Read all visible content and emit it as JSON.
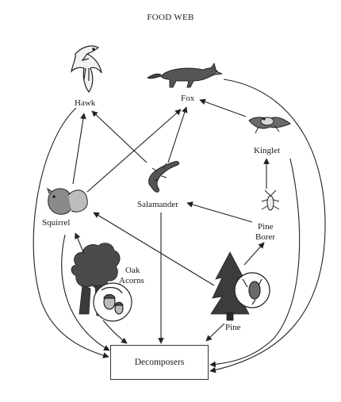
{
  "diagram": {
    "title": "FOOD WEB",
    "nodes": {
      "hawk": "Hawk",
      "fox": "Fox",
      "kinglet": "Kinglet",
      "squirrel": "Squirrel",
      "salamander": "Salamander",
      "pine_borer_line1": "Pine",
      "pine_borer_line2": "Borer",
      "oak_acorns_line1": "Oak",
      "oak_acorns_line2": "Acorns",
      "pine": "Pine",
      "decomposers": "Decomposers"
    },
    "edges": [
      {
        "from": "Squirrel",
        "to": "Hawk"
      },
      {
        "from": "Salamander",
        "to": "Hawk"
      },
      {
        "from": "Squirrel",
        "to": "Fox"
      },
      {
        "from": "Salamander",
        "to": "Fox"
      },
      {
        "from": "Kinglet",
        "to": "Fox"
      },
      {
        "from": "Pine Borer",
        "to": "Kinglet"
      },
      {
        "from": "Pine Borer",
        "to": "Salamander"
      },
      {
        "from": "Pine",
        "to": "Pine Borer"
      },
      {
        "from": "Pine",
        "to": "Squirrel"
      },
      {
        "from": "Oak Acorns",
        "to": "Squirrel"
      },
      {
        "from": "Hawk",
        "to": "Decomposers"
      },
      {
        "from": "Squirrel",
        "to": "Decomposers"
      },
      {
        "from": "Oak Acorns",
        "to": "Decomposers"
      },
      {
        "from": "Salamander",
        "to": "Decomposers"
      },
      {
        "from": "Pine",
        "to": "Decomposers"
      },
      {
        "from": "Kinglet",
        "to": "Decomposers"
      },
      {
        "from": "Fox",
        "to": "Decomposers"
      }
    ],
    "colors": {
      "ink": "#1a1a1a",
      "line": "#222222",
      "background": "#ffffff"
    }
  }
}
